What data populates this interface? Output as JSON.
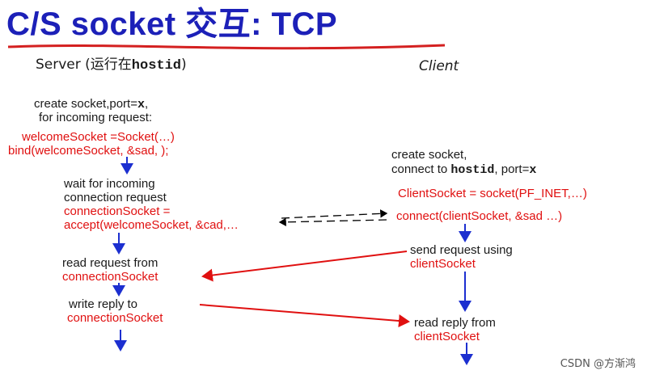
{
  "title": "C/S  socket 交互: TCP",
  "server": {
    "header_a": "Server (运行在",
    "header_b": "hostid",
    "header_c": ")",
    "create1_a": "create socket,port=",
    "create1_b": "x",
    "create1_c": ",",
    "create2": "for incoming request:",
    "welcome": "welcomeSocket =Socket(…)",
    "bind": "bind(welcomeSocket, &sad, );",
    "wait1": "wait for incoming",
    "wait2": "connection request",
    "conn1": "connectionSocket =",
    "accept": "accept(welcomeSocket, &cad,…",
    "read1": "read request from",
    "read2": "connectionSocket",
    "write1": "write reply to",
    "write2": "connectionSocket"
  },
  "client": {
    "header": "Client",
    "create1": "create socket,",
    "create2_a": "connect to ",
    "create2_b": "hostid",
    "create2_c": ", port=",
    "create2_d": "x",
    "csock": "ClientSocket = socket(PF_INET,…)",
    "connect": "connect(clientSocket, &sad …)",
    "send1": "send request using",
    "send2": "clientSocket",
    "read1": "read reply from",
    "read2": "clientSocket"
  },
  "watermark": "CSDN @方渐鸿",
  "colors": {
    "title": "#1c20b8",
    "underline": "#d42020",
    "flow_arrow": "#1c2fd0",
    "message_arrow": "#e01010",
    "red_text": "#e01010"
  }
}
